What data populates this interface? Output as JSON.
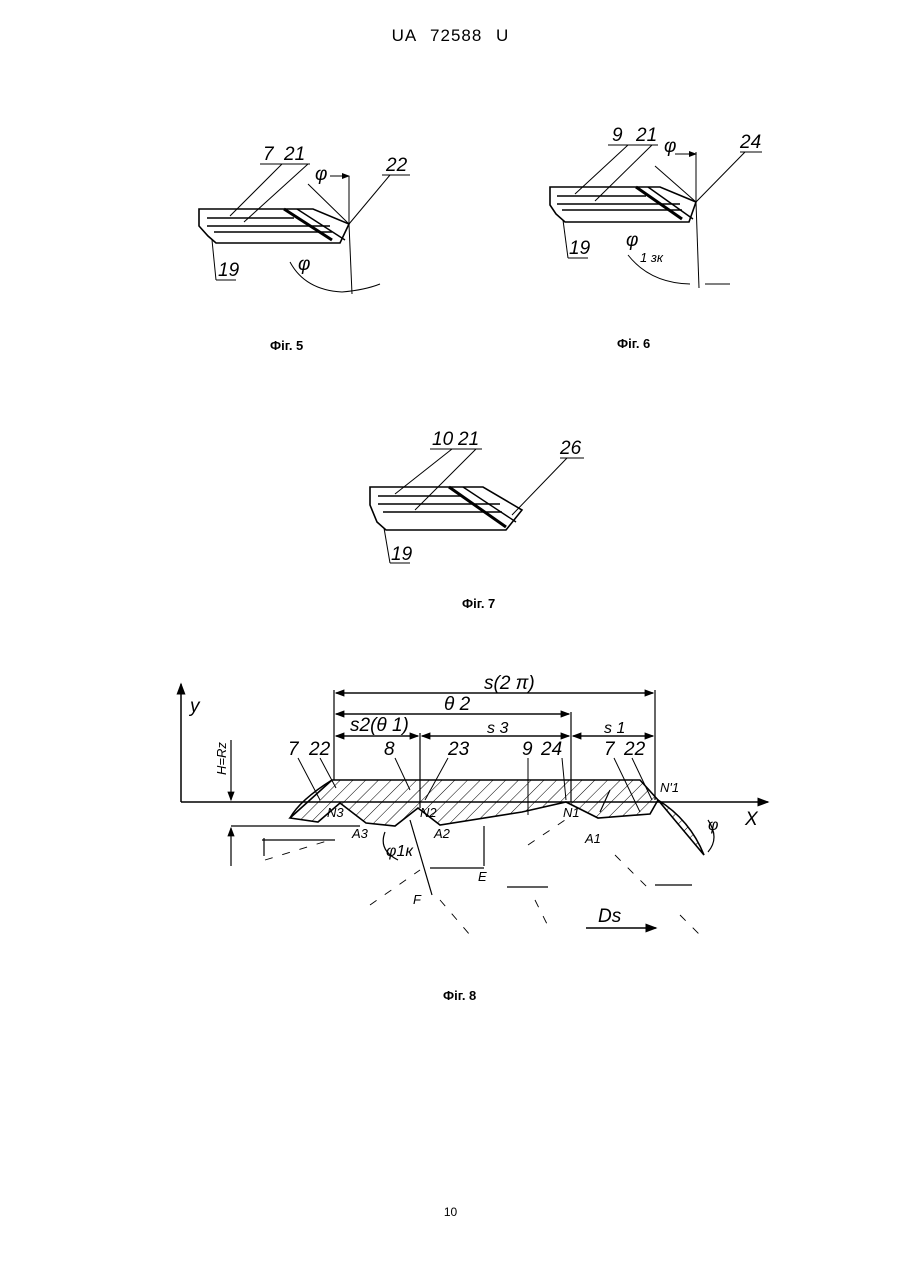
{
  "header": "UA 72588 U",
  "page_number": "10",
  "figures": {
    "fig5": {
      "caption": "Фіг. 5",
      "labels": {
        "a": "7",
        "b": "21",
        "c": "22",
        "d": "19",
        "angle1": "φ",
        "angle2": "φ"
      }
    },
    "fig6": {
      "caption": "Фіг. 6",
      "labels": {
        "a": "9",
        "b": "21",
        "c": "24",
        "d": "19",
        "angle1": "φ",
        "angle2": "φ",
        "angle2_sub": "1 зк"
      }
    },
    "fig7": {
      "caption": "Фіг. 7",
      "labels": {
        "a": "10",
        "b": "21",
        "c": "26",
        "d": "19"
      }
    },
    "fig8": {
      "caption": "Фіг. 8",
      "labels": {
        "y_axis": "y",
        "x_axis": "X",
        "height": "H=Rz",
        "s2pi": "s(2 π)",
        "theta2": "θ 2",
        "s2theta1": "s2(θ 1)",
        "s3": "s 3",
        "s1": "s 1",
        "p7a": "7",
        "p22a": "22",
        "p8": "8",
        "p23": "23",
        "p9": "9",
        "p24": "24",
        "p7b": "7",
        "p22b": "22",
        "n3": "N3",
        "n2": "N2",
        "n1": "N1",
        "n1p": "N'1",
        "a3": "A3",
        "a2": "A2",
        "a1": "A1",
        "e": "E",
        "f": "F",
        "phi": "φ",
        "phi1k": "φ1к",
        "ds": "Ds"
      }
    }
  }
}
